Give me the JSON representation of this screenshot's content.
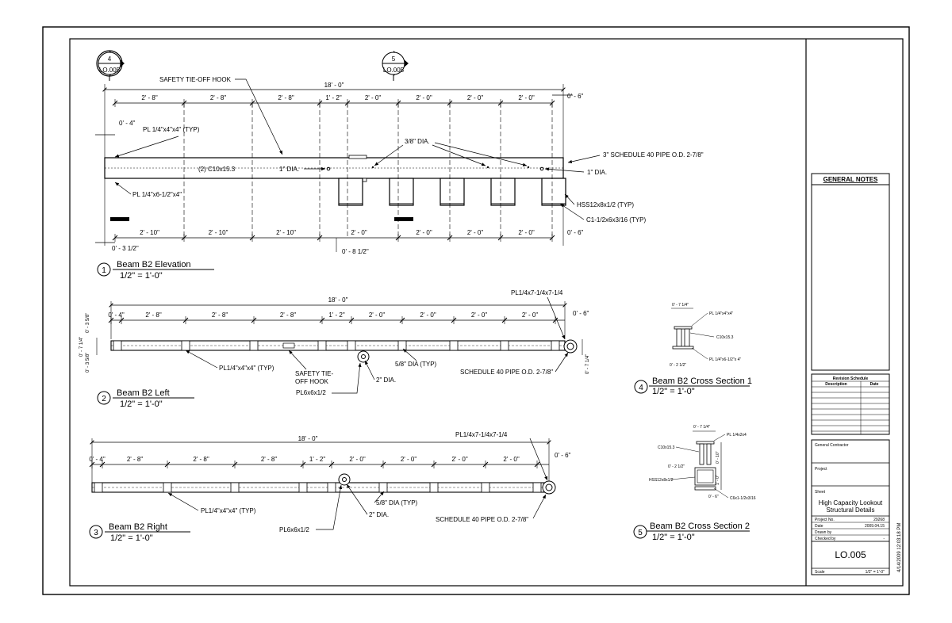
{
  "callouts": {
    "c4": {
      "num": "4",
      "sheet": "LO.005"
    },
    "c5": {
      "num": "5",
      "sheet": "LO.005"
    }
  },
  "views": {
    "elevation": {
      "num": "1",
      "title": "Beam B2 Elevation",
      "scale": "1/2\" = 1'-0\"",
      "overall": "18' - 0\"",
      "top_dims": [
        "2' - 8\"",
        "2' - 8\"",
        "2' - 8\"",
        "1' - 2\"",
        "2' - 0\"",
        "2' - 0\"",
        "2' - 0\"",
        "2' - 0\""
      ],
      "bottom_dims": [
        "2' - 10\"",
        "2' - 10\"",
        "2' - 10\"",
        "2' - 0\"",
        "2' - 0\"",
        "2' - 0\"",
        "2' - 0\""
      ],
      "dim_left_top": "0' - 4\"",
      "dim_right_top": "0' - 6\"",
      "dim_left_bottom": "0' - 3 1/2\"",
      "dim_right_bottom": "0' - 6\"",
      "dim_mid_bottom": "0' - 8 1/2\"",
      "notes": {
        "safety_hook": "SAFETY TIE-OFF HOOK",
        "pl_top": "PL 1/4\"x4\"x4\" (TYP)",
        "pl_bottom": "PL 1/4\"x6-1/2\"x4\"",
        "channel": "(2) C10x15.3",
        "dia1": "1\" DIA.",
        "dia1_right": "1\" DIA.",
        "dia38": "3/8\" DIA.",
        "pipe": "3\" SCHEDULE 40 PIPE O.D. 2-7/8\"",
        "hss": "HSS12x8x1/2 (TYP)",
        "clip": "C1-1/2x6x3/16 (TYP)"
      }
    },
    "left": {
      "num": "2",
      "title": "Beam B2 Left",
      "scale": "1/2\" = 1'-0\"",
      "overall": "18' - 0\"",
      "dims": [
        "0' - 4\"",
        "2' - 8\"",
        "2' - 8\"",
        "2' - 8\"",
        "1' - 2\"",
        "2' - 0\"",
        "2' - 0\"",
        "2' - 0\"",
        "2' - 0\""
      ],
      "dim_right": "0' - 6\"",
      "side_dims": [
        "0' - 3 5/8\"",
        "0' - 7 1/4\"",
        "0' - 3 5/8\""
      ],
      "side_dim_right": "0' - 7 1/4\"",
      "notes": {
        "pl_end": "PL1/4x7-1/4x7-1/4",
        "pl_typ": "PL1/4\"x4\"x4\" (TYP)",
        "safety_1": "SAFETY TIE-",
        "safety_2": "OFF HOOK",
        "dia58": "5/8\" DIA (TYP)",
        "pipe": "SCHEDULE 40 PIPE O.D. 2-7/8\"",
        "dia2": "2\" DIA.",
        "pl6": "PL6x6x1/2"
      }
    },
    "right": {
      "num": "3",
      "title": "Beam B2 Right",
      "scale": "1/2\" = 1'-0\"",
      "overall": "18' - 0\"",
      "dims": [
        "0' - 4\"",
        "2' - 8\"",
        "2' - 8\"",
        "2' - 8\"",
        "1' - 2\"",
        "2' - 0\"",
        "2' - 0\"",
        "2' - 0\"",
        "2' - 0\""
      ],
      "dim_right": "0' - 6\"",
      "notes": {
        "pl_end": "PL1/4x7-1/4x7-1/4",
        "pl_typ": "PL1/4\"x4\"x4\" (TYP)",
        "dia58": "5/8\" DIA (TYP)",
        "dia2": "2\" DIA.",
        "pipe": "SCHEDULE 40 PIPE O.D. 2-7/8\"",
        "pl6": "PL6x6x1/2"
      }
    },
    "section1": {
      "num": "4",
      "title": "Beam B2 Cross Section 1",
      "scale": "1/2\" = 1'-0\"",
      "notes": {
        "dim_top": "0' - 7 1/4\"",
        "pl_top": "PL 1/4\"x4\"x4\"",
        "channel": "C10x15.3",
        "pl_bot": "PL 1/4\"x6-1/2\"x 4\"",
        "dim_bot": "0' - 2 1/2\""
      }
    },
    "section2": {
      "num": "5",
      "title": "Beam B2 Cross Section 2",
      "scale": "1/2\" = 1'-0\"",
      "notes": {
        "dim_top": "0' - 7 1/4\"",
        "pl_top": "PL 1/4x2x4",
        "channel": "C10x15.3",
        "dim_mid": "0' - 2 1/2\"",
        "hss": "HSS12x8x1/2",
        "clip": "C6x1-1/2x3/16",
        "dim_right1": "0' - 10\"",
        "dim_right2": "1' - 0\"",
        "dim_bot": "0' - 6\""
      }
    }
  },
  "title_block": {
    "general_notes": "GENERAL NOTES",
    "revision_schedule": "Revision Schedule",
    "rev_col_desc": "Description",
    "rev_col_date": "Date",
    "general_contractor": "General Contractor",
    "project_label": "Project",
    "sheet_label": "Sheet",
    "sheet_title_1": "High Capacity Lookout",
    "sheet_title_2": "Structural Details",
    "rows": [
      {
        "label": "Project No.",
        "value": "29268"
      },
      {
        "label": "Date",
        "value": "2009.04.15"
      },
      {
        "label": "Drawn by",
        "value": ""
      },
      {
        "label": "Checked by",
        "value": "-"
      }
    ],
    "sheet_number": "LO.005",
    "scale_label": "Scale",
    "scale_value": "1/2\" = 1'-0\"",
    "timestamp": "4/14/2009 12:03:18 PM"
  }
}
